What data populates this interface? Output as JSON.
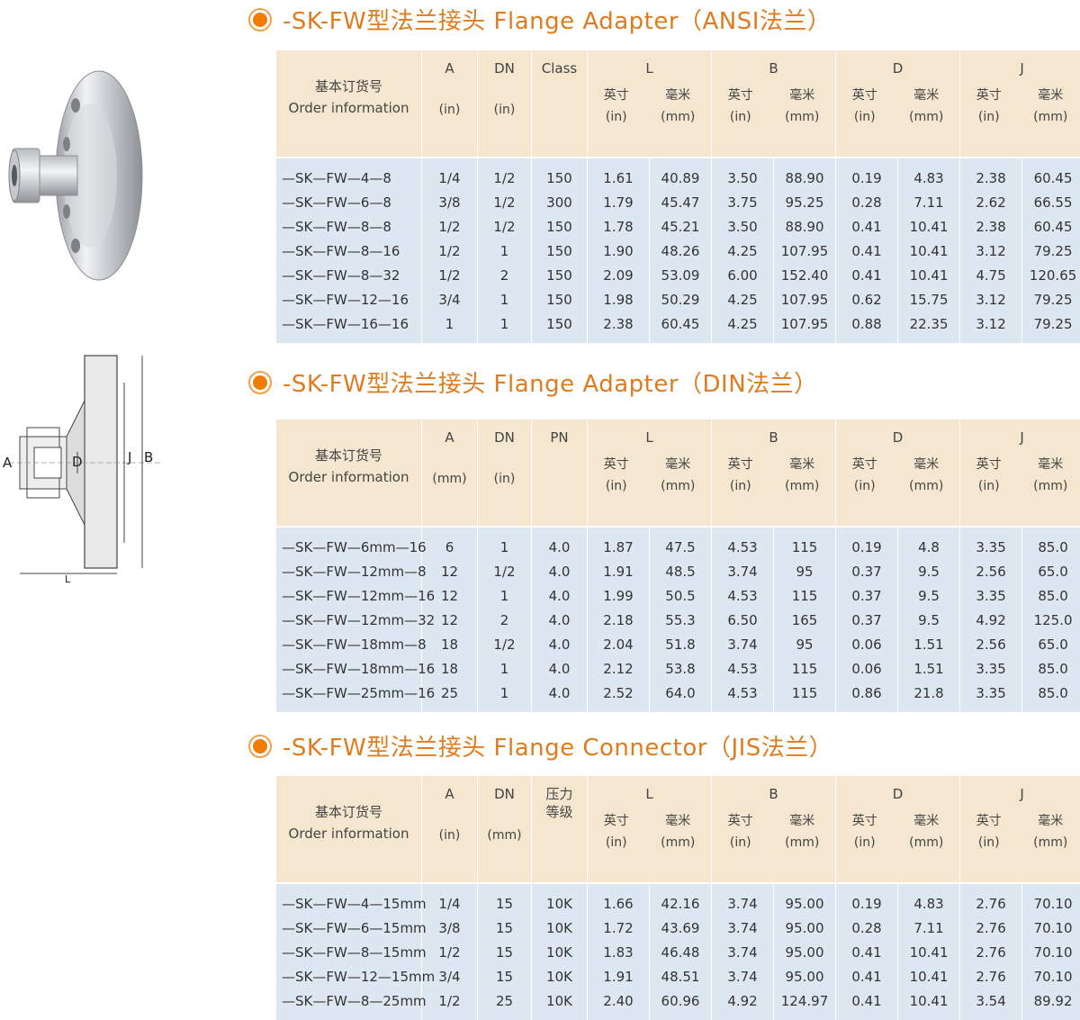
{
  "sections": [
    {
      "title": "-SK-FW型法兰接头 Flange Adapter（ANSI法兰）",
      "headers": {
        "order": [
          "基本订货号",
          "Order information"
        ],
        "a": "A",
        "a_unit": "(in)",
        "dn": "DN",
        "dn_unit": "(in)",
        "class": "Class",
        "class_sub": "",
        "groups": [
          "L",
          "B",
          "D",
          "J"
        ],
        "inch": "英寸",
        "inch_unit": "(in)",
        "mm": "毫米",
        "mm_unit": "(mm)"
      },
      "rows": [
        [
          "—SK—FW—4—8",
          "1/4",
          "1/2",
          "150",
          "1.61",
          "40.89",
          "3.50",
          "88.90",
          "0.19",
          "4.83",
          "2.38",
          "60.45"
        ],
        [
          "—SK—FW—6—8",
          "3/8",
          "1/2",
          "300",
          "1.79",
          "45.47",
          "3.75",
          "95.25",
          "0.28",
          "7.11",
          "2.62",
          "66.55"
        ],
        [
          "—SK—FW—8—8",
          "1/2",
          "1/2",
          "150",
          "1.78",
          "45.21",
          "3.50",
          "88.90",
          "0.41",
          "10.41",
          "2.38",
          "60.45"
        ],
        [
          "—SK—FW—8—16",
          "1/2",
          "1",
          "150",
          "1.90",
          "48.26",
          "4.25",
          "107.95",
          "0.41",
          "10.41",
          "3.12",
          "79.25"
        ],
        [
          "—SK—FW—8—32",
          "1/2",
          "2",
          "150",
          "2.09",
          "53.09",
          "6.00",
          "152.40",
          "0.41",
          "10.41",
          "4.75",
          "120.65"
        ],
        [
          "—SK—FW—12—16",
          "3/4",
          "1",
          "150",
          "1.98",
          "50.29",
          "4.25",
          "107.95",
          "0.62",
          "15.75",
          "3.12",
          "79.25"
        ],
        [
          "—SK—FW—16—16",
          "1",
          "1",
          "150",
          "2.38",
          "60.45",
          "4.25",
          "107.95",
          "0.88",
          "22.35",
          "3.12",
          "79.25"
        ]
      ]
    },
    {
      "title": "-SK-FW型法兰接头 Flange Adapter（DIN法兰）",
      "headers": {
        "order": [
          "基本订货号",
          "Order information"
        ],
        "a": "A",
        "a_unit": "(mm)",
        "dn": "DN",
        "dn_unit": "(in)",
        "class": "PN",
        "class_sub": "",
        "groups": [
          "L",
          "B",
          "D",
          "J"
        ],
        "inch": "英寸",
        "inch_unit": "(in)",
        "mm": "毫米",
        "mm_unit": "(mm)"
      },
      "rows": [
        [
          "—SK—FW—6mm—16",
          "6",
          "1",
          "4.0",
          "1.87",
          "47.5",
          "4.53",
          "115",
          "0.19",
          "4.8",
          "3.35",
          "85.0"
        ],
        [
          "—SK—FW—12mm—8",
          "12",
          "1/2",
          "4.0",
          "1.91",
          "48.5",
          "3.74",
          "95",
          "0.37",
          "9.5",
          "2.56",
          "65.0"
        ],
        [
          "—SK—FW—12mm—16",
          "12",
          "1",
          "4.0",
          "1.99",
          "50.5",
          "4.53",
          "115",
          "0.37",
          "9.5",
          "3.35",
          "85.0"
        ],
        [
          "—SK—FW—12mm—32",
          "12",
          "2",
          "4.0",
          "2.18",
          "55.3",
          "6.50",
          "165",
          "0.37",
          "9.5",
          "4.92",
          "125.0"
        ],
        [
          "—SK—FW—18mm—8",
          "18",
          "1/2",
          "4.0",
          "2.04",
          "51.8",
          "3.74",
          "95",
          "0.06",
          "1.51",
          "2.56",
          "65.0"
        ],
        [
          "—SK—FW—18mm—16",
          "18",
          "1",
          "4.0",
          "2.12",
          "53.8",
          "4.53",
          "115",
          "0.06",
          "1.51",
          "3.35",
          "85.0"
        ],
        [
          "—SK—FW—25mm—16",
          "25",
          "1",
          "4.0",
          "2.52",
          "64.0",
          "4.53",
          "115",
          "0.86",
          "21.8",
          "3.35",
          "85.0"
        ]
      ]
    },
    {
      "title": "-SK-FW型法兰接头 Flange Connector（JIS法兰）",
      "headers": {
        "order": [
          "基本订货号",
          "Order information"
        ],
        "a": "A",
        "a_unit": "(in)",
        "dn": "DN",
        "dn_unit": "(mm)",
        "class": "压力",
        "class_sub": "等级",
        "groups": [
          "L",
          "B",
          "D",
          "J"
        ],
        "inch": "英寸",
        "inch_unit": "(in)",
        "mm": "毫米",
        "mm_unit": "(mm)"
      },
      "rows": [
        [
          "—SK—FW—4—15mm",
          "1/4",
          "15",
          "10K",
          "1.66",
          "42.16",
          "3.74",
          "95.00",
          "0.19",
          "4.83",
          "2.76",
          "70.10"
        ],
        [
          "—SK—FW—6—15mm",
          "3/8",
          "15",
          "10K",
          "1.72",
          "43.69",
          "3.74",
          "95.00",
          "0.28",
          "7.11",
          "2.76",
          "70.10"
        ],
        [
          "—SK—FW—8—15mm",
          "1/2",
          "15",
          "10K",
          "1.83",
          "46.48",
          "3.74",
          "95.00",
          "0.41",
          "10.41",
          "2.76",
          "70.10"
        ],
        [
          "—SK—FW—12—15mm",
          "3/4",
          "15",
          "10K",
          "1.91",
          "48.51",
          "3.74",
          "95.00",
          "0.41",
          "10.41",
          "2.76",
          "70.10"
        ],
        [
          "—SK—FW—8—25mm",
          "1/2",
          "25",
          "10K",
          "2.40",
          "60.96",
          "4.92",
          "124.97",
          "0.41",
          "10.41",
          "3.54",
          "89.92"
        ]
      ]
    }
  ],
  "drawing_labels": {
    "a": "A",
    "d": "D",
    "j": "J",
    "b": "B",
    "l": "L"
  },
  "colors": {
    "title": "#e07c1e",
    "header_bg": "#f5e6cf",
    "row_bg": "#dde7f1",
    "bullet": "#f07c00"
  }
}
